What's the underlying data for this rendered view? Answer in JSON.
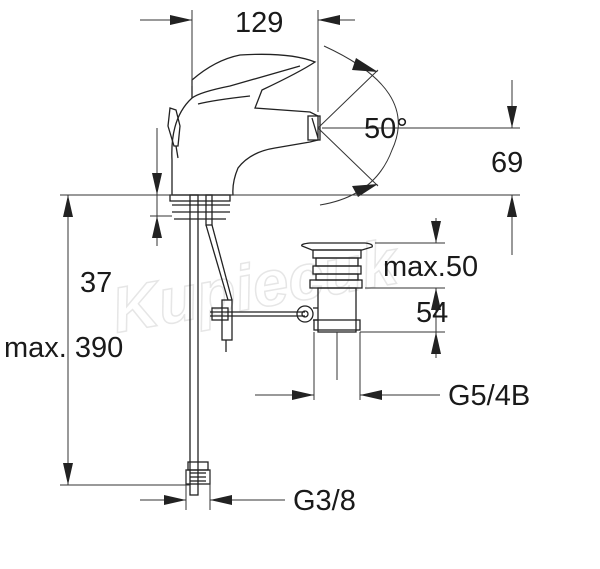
{
  "watermark": "Kupiecuk",
  "dimensions": {
    "spout_reach": "129",
    "swivel_angle": "50°",
    "spout_height": "69",
    "pop_up_max": "max.50",
    "waste_depth": "54",
    "waste_thread": "G5/4B",
    "deck_height": "37",
    "hose_length": "max. 390",
    "hose_thread": "G3/8"
  }
}
